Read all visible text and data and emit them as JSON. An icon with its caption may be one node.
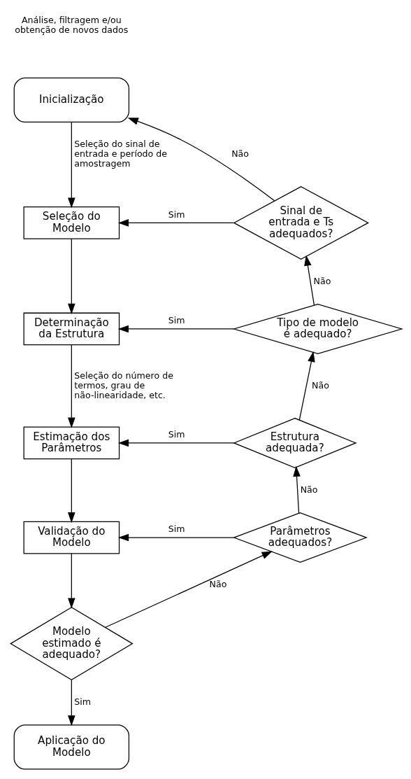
{
  "diagram": {
    "nodes": [
      {
        "text": [
          "Inicialização"
        ]
      },
      {
        "text": [
          "Seleção do Modelo"
        ]
      },
      {
        "text": [
          "Determinação da Estrutura"
        ]
      },
      {
        "text": [
          "Estimação dos Parâmetros"
        ]
      },
      {
        "text": [
          "Validação do Modelo"
        ]
      },
      {
        "text": [
          "Modelo estimado é adequado?"
        ]
      },
      {
        "text": [
          "Aplicação do Modelo"
        ]
      },
      {
        "text": [
          "Sinal de entrada e Ts adequados?"
        ]
      },
      {
        "text": [
          "Tipo de modelo é adequado?"
        ]
      },
      {
        "text": [
          "Estrutura adequada?"
        ]
      },
      {
        "text": [
          "Parâmetros adequados?"
        ]
      }
    ],
    "edges": [
      {
        "from": 0,
        "to": 1,
        "arrow": "to",
        "label": "Seleção do sinal de entrada e período de amostragem"
      },
      {
        "from": 1,
        "to": 2,
        "arrow": "to"
      },
      {
        "from": 2,
        "to": 3,
        "arrow": "to",
        "label": "Seleção do número de termos, grau de não-linearidade, etc."
      },
      {
        "from": 3,
        "to": 4,
        "arrow": "to"
      },
      {
        "from": 4,
        "to": 5,
        "arrow": "to"
      },
      {
        "from": 5,
        "to": 6,
        "arrow": "to",
        "label": "Sim"
      },
      {
        "from": 5,
        "to": 10,
        "arrow": "to",
        "label": "Não"
      },
      {
        "from": 10,
        "to": 4,
        "arrow": "to",
        "label": "Sim"
      },
      {
        "from": 10,
        "to": 9,
        "arrow": "to",
        "label": "Não"
      },
      {
        "from": 9,
        "to": 3,
        "arrow": "to",
        "label": "Sim"
      },
      {
        "from": 9,
        "to": 8,
        "arrow": "to",
        "label": "Não"
      },
      {
        "from": 8,
        "to": 2,
        "arrow": "to",
        "label": "Sim"
      },
      {
        "from": 8,
        "to": 7,
        "arrow": "to",
        "label": "Não"
      },
      {
        "from": 7,
        "to": 1,
        "arrow": "to",
        "label": "Sim"
      },
      {
        "from": 7,
        "to": 0,
        "arrow": "to",
        "label": "Não"
      }
    ],
    "labels": [
      "Análise, filtragem e/ou obtenção de novos dados"
    ]
  }
}
